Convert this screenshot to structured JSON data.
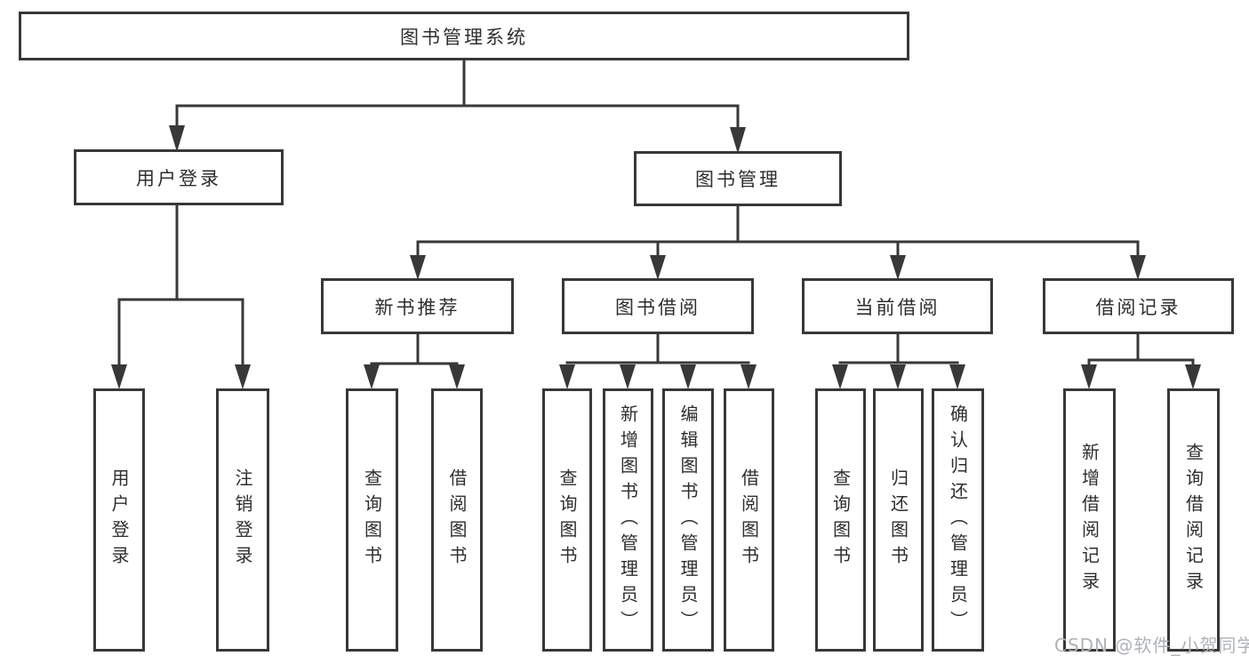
{
  "tree": {
    "label": "图书管理系统",
    "children": [
      {
        "label": "用户登录",
        "children": [
          {
            "label": "用户登录"
          },
          {
            "label": "注销登录"
          }
        ]
      },
      {
        "label": "图书管理",
        "children": [
          {
            "label": "新书推荐",
            "children": [
              {
                "label": "查询图书"
              },
              {
                "label": "借阅图书"
              }
            ]
          },
          {
            "label": "图书借阅",
            "children": [
              {
                "label": "查询图书"
              },
              {
                "label": "新增图书（管理员）"
              },
              {
                "label": "编辑图书（管理员）"
              },
              {
                "label": "借阅图书"
              }
            ]
          },
          {
            "label": "当前借阅",
            "children": [
              {
                "label": "查询图书"
              },
              {
                "label": "归还图书"
              },
              {
                "label": "确认归还（管理员）"
              }
            ]
          },
          {
            "label": "借阅记录",
            "children": [
              {
                "label": "新增借阅记录"
              },
              {
                "label": "查询借阅记录"
              }
            ]
          }
        ]
      }
    ]
  },
  "watermark": {
    "text": "CSDN @软件_小贺同学"
  },
  "colors": {
    "line": "#383838",
    "text": "#2e2e2e",
    "watermark_text": "#aeb3b8",
    "background": "#ffffff"
  }
}
